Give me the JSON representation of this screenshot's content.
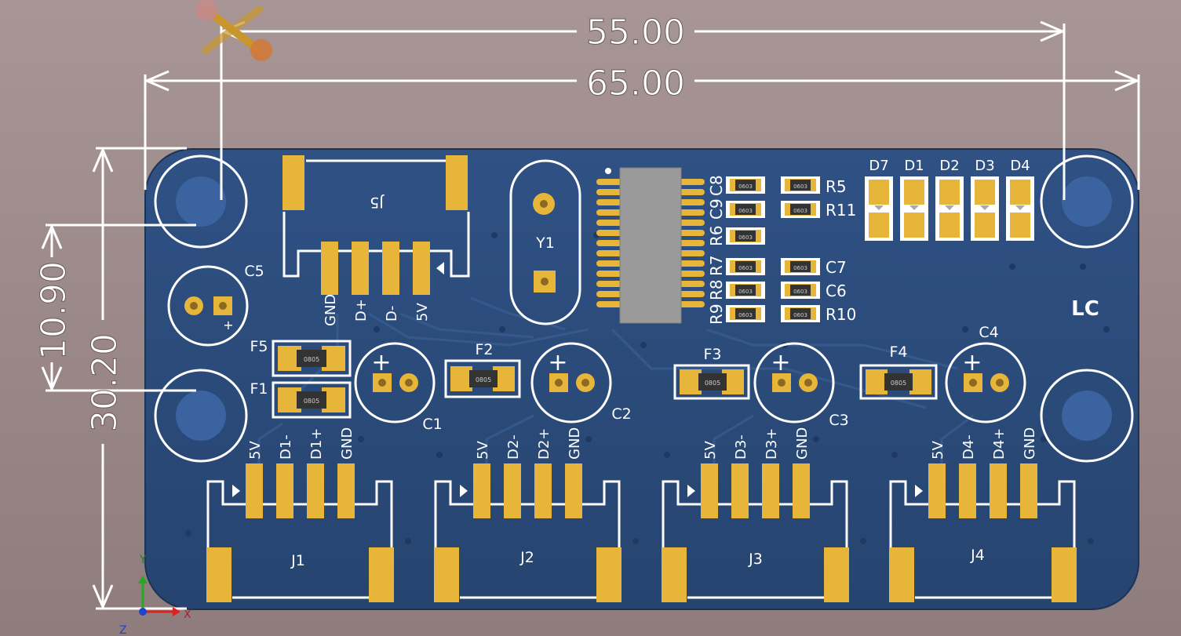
{
  "colors": {
    "background": "#9f8c8c",
    "board": "#2a4a7a",
    "silkscreen": "#ffffff",
    "pad": "#e6b53a",
    "chip": "#9a9a9a",
    "dimension": "#ffffff"
  },
  "dimensions": {
    "width_inner": "55.00",
    "width_outer": "65.00",
    "height_small": "10.90",
    "height_full": "30.20"
  },
  "components": {
    "j5": "J5",
    "y1": "Y1",
    "c5": "C5",
    "f5": "F5",
    "f1": "F1",
    "f2": "F2",
    "f3": "F3",
    "f4": "F4",
    "c1": "C1",
    "c2": "C2",
    "c3": "C3",
    "c4": "C4",
    "c7": "C7",
    "c6": "C6",
    "c8": "C8",
    "c9": "C9",
    "r5": "R5",
    "r11": "R11",
    "r10": "R10",
    "r6": "R6",
    "r7": "R7",
    "r8": "R8",
    "r9": "R9",
    "d7": "D7",
    "d1": "D1",
    "d2": "D2",
    "d3": "D3",
    "d4": "D4",
    "lc": "LC",
    "j1": "J1",
    "j2": "J2",
    "j3": "J3",
    "j4": "J4",
    "plus": "+"
  },
  "pins": {
    "j5": [
      "GND",
      "D+",
      "D-",
      "5V"
    ],
    "j1": [
      "5V",
      "D1-",
      "D1+",
      "GND"
    ],
    "j2": [
      "5V",
      "D2-",
      "D2+",
      "GND"
    ],
    "j3": [
      "5V",
      "D3-",
      "D3+",
      "GND"
    ],
    "j4": [
      "5V",
      "D4-",
      "D4+",
      "GND"
    ]
  },
  "package_labels": {
    "fuse": "0805",
    "small": "0603"
  },
  "axes": {
    "y": "Y",
    "x": "X",
    "z": "Z"
  }
}
